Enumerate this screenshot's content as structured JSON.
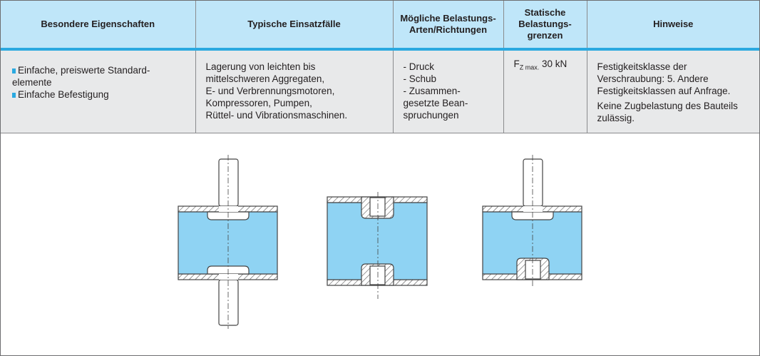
{
  "headers": [
    "Besondere Eigenschaften",
    "Typische Einsatzfälle",
    "Mögliche Belastungs-Arten/Richtungen",
    "Statische Belastungs-grenzen",
    "Hinweise"
  ],
  "features": [
    "Einfache, preiswerte Standard-elemente",
    "Einfache Befestigung"
  ],
  "applications": [
    "Lagerung von leichten bis",
    "mittelschweren Aggregaten,",
    "E- und Verbrennungsmotoren,",
    "Kompressoren, Pumpen,",
    "Rüttel- und Vibrationsmaschinen."
  ],
  "load_types": [
    "- Druck",
    "- Schub",
    "- Zusammen-",
    "gesetzte Bean-",
    "spruchungen"
  ],
  "limit": {
    "symbol": "F",
    "subscript": "Z max.",
    "value": "30 kN"
  },
  "notes": [
    "Festigkeitsklasse der Verschraubung: 5. Andere Festigkeitsklassen auf Anfrage.",
    "Keine Zugbelastung des Bauteils zulässig."
  ],
  "colors": {
    "header": "#bfe6f9",
    "accent": "#2aa9e0",
    "rubber": "#8fd3f3",
    "body": "#e8e9ea"
  }
}
